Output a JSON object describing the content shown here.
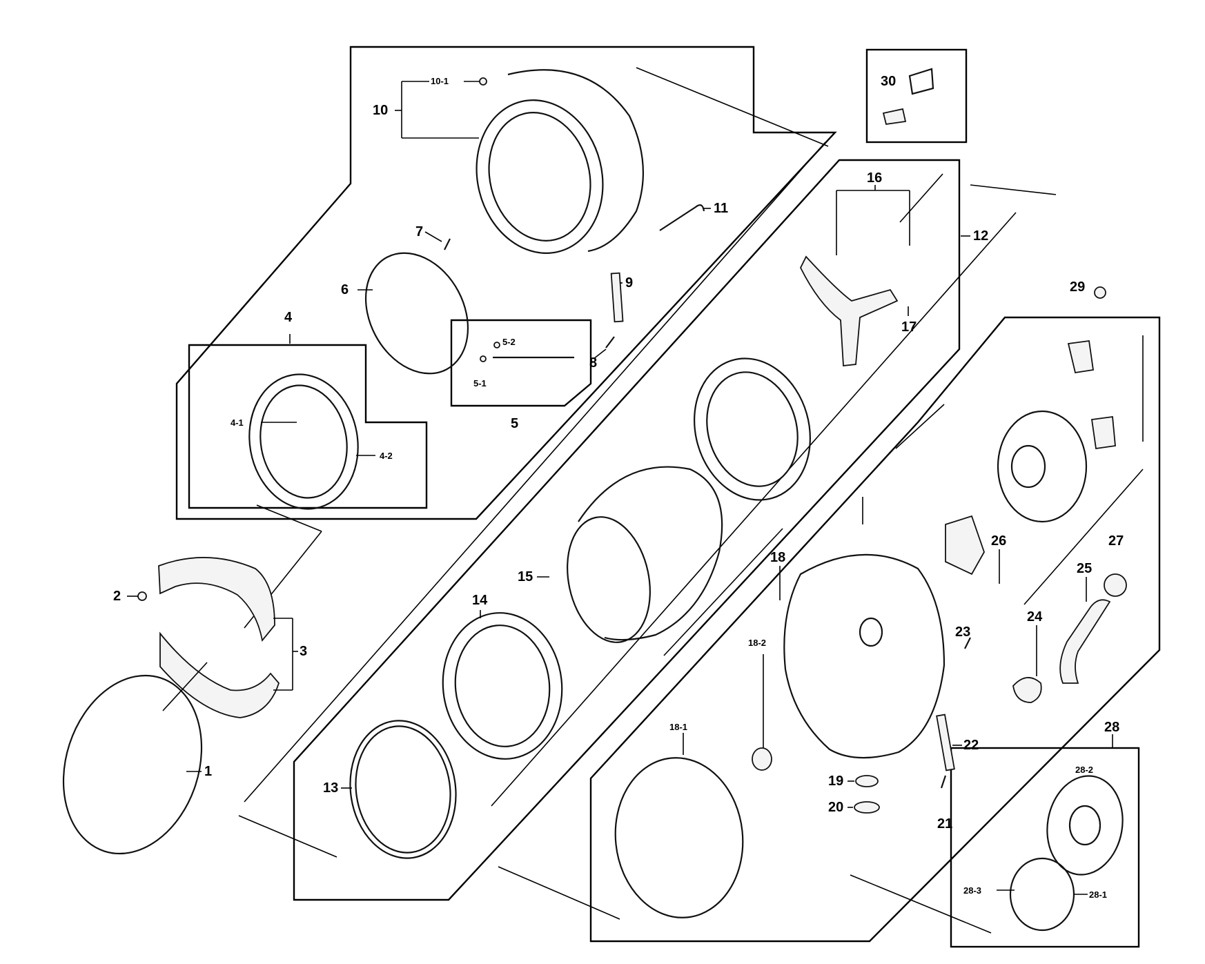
{
  "labels": {
    "l1": "1",
    "l2": "2",
    "l3": "3",
    "l4": "4",
    "l4_1": "4-1",
    "l4_2": "4-2",
    "l5": "5",
    "l5_1": "5-1",
    "l5_2": "5-2",
    "l6": "6",
    "l7": "7",
    "l8": "8",
    "l9": "9",
    "l10": "10",
    "l10_1": "10-1",
    "l11": "11",
    "l12": "12",
    "l13": "13",
    "l14": "14",
    "l15": "15",
    "l16": "16",
    "l17": "17",
    "l18": "18",
    "l18_1": "18-1",
    "l18_2": "18-2",
    "l19": "19",
    "l20": "20",
    "l21": "21",
    "l22": "22",
    "l23": "23",
    "l24": "24",
    "l25": "25",
    "l26": "26",
    "l27": "27",
    "l28": "28",
    "l28_1": "28-1",
    "l28_2": "28-2",
    "l28_3": "28-3",
    "l29": "29",
    "l30": "30"
  }
}
